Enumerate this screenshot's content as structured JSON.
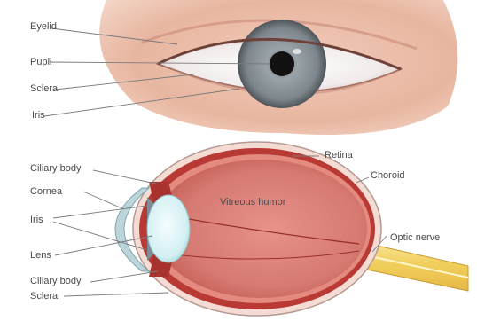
{
  "top_view": {
    "eyelid": "Eyelid",
    "pupil": "Pupil",
    "sclera": "Sclera",
    "iris": "Iris"
  },
  "cross_section": {
    "ciliary_body_top": "Ciliary body",
    "cornea": "Cornea",
    "iris": "Iris",
    "lens": "Lens",
    "ciliary_body_bottom": "Ciliary body",
    "sclera": "Sclera",
    "retina": "Retina",
    "choroid": "Choroid",
    "vitreous_humor": "Vitreous humor",
    "optic_nerve": "Optic nerve"
  },
  "colors": {
    "skin": "#e9b9a4",
    "iris": "#8c959b",
    "pupil": "#111111",
    "sclera": "#f2ecec",
    "vitreous": "#d4736c",
    "outer_wall": "#b93a34",
    "lens": "#d9f3f5",
    "optic_nerve": "#f3d36a"
  }
}
